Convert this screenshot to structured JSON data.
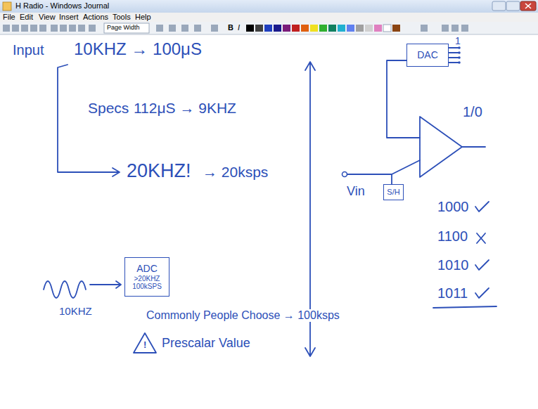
{
  "diagram": {
    "nodes": [
      {
        "text": [
          "DAC"
        ]
      },
      {
        "text": [
          "S/H"
        ]
      },
      {
        "text": [
          "ADC",
          ">20KHZ",
          "100kSPS"
        ]
      }
    ],
    "labels": [
      "H Radio - Windows Journal",
      "File",
      "Edit",
      "View",
      "Insert",
      "Actions",
      "Tools",
      "Help",
      "Page Width",
      "B",
      "I",
      "Input",
      "10KHZ → 100μS",
      "Specs",
      "112μS → 9KHZ",
      "20KHZ!",
      "→ 20ksps",
      "10KHZ",
      "Commonly People Choose → 100ksps",
      "!",
      "Prescalar Value",
      "1",
      "1/0",
      "Vin",
      "1000",
      "1100",
      "1010",
      "1011"
    ]
  }
}
